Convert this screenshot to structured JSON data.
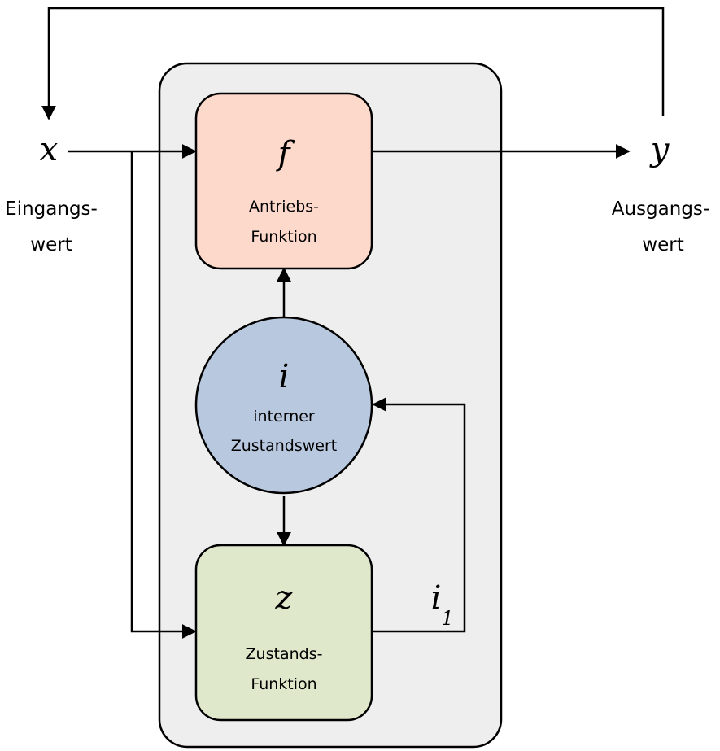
{
  "diagram": {
    "input": {
      "symbol": "x",
      "label_line1": "Eingangs-",
      "label_line2": "wert"
    },
    "output": {
      "symbol": "y",
      "label_line1": "Ausgangs-",
      "label_line2": "wert"
    },
    "drive_function": {
      "symbol": "f",
      "label_line1": "Antriebs-",
      "label_line2": "Funktion",
      "color": "#fdd9cc"
    },
    "internal_state": {
      "symbol": "i",
      "label_line1": "interner",
      "label_line2": "Zustandswert",
      "color": "#b8c8df"
    },
    "state_function": {
      "symbol": "z",
      "label_line1": "Zustands-",
      "label_line2": "Funktion",
      "color": "#e0e8cc"
    },
    "feedback": {
      "symbol": "i",
      "subscript": "1"
    },
    "container_color": "#eeeeee"
  }
}
